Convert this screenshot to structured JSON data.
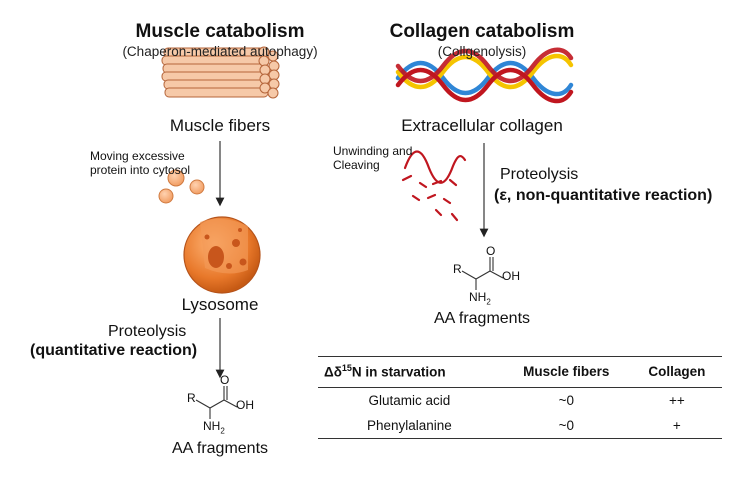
{
  "muscle": {
    "title": "Muscle catabolism",
    "subtitle": "(Chaperon-mediated autophagy)",
    "fibers_label": "Muscle fibers",
    "moving_note": "Moving excessive protein into cytosol",
    "lysosome_label": "Lysosome",
    "proteolysis": "Proteolysis",
    "reaction": "(quantitative reaction)",
    "fragments": "AA fragments"
  },
  "collagen": {
    "title": "Collagen catabolism",
    "subtitle": "(Collgenolysis)",
    "extracellular_label": "Extracellular collagen",
    "unwinding_note": "Unwinding and Cleaving",
    "proteolysis": "Proteolysis",
    "reaction": "(ε, non-quantitative reaction)",
    "fragments": "AA fragments"
  },
  "molecule": {
    "r": "R",
    "o": "O",
    "oh": "OH",
    "nh": "NH",
    "sub2": "2"
  },
  "table": {
    "header_prefix": "Δδ",
    "header_sup": "15",
    "header_suffix": "N in starvation",
    "columns": [
      "Muscle fibers",
      "Collagen"
    ],
    "rows": [
      {
        "name": "Glutamic acid",
        "muscle": "~0",
        "collagen": "++"
      },
      {
        "name": "Phenylalanine",
        "muscle": "~0",
        "collagen": "+"
      }
    ]
  },
  "colors": {
    "muscle_fill": "#f6c9a8",
    "muscle_stroke": "#b5653a",
    "lysosome": "#e8782a",
    "collagen_red": "#c0161f",
    "collagen_yellow": "#f5c400",
    "collagen_blue": "#2f86d6"
  }
}
